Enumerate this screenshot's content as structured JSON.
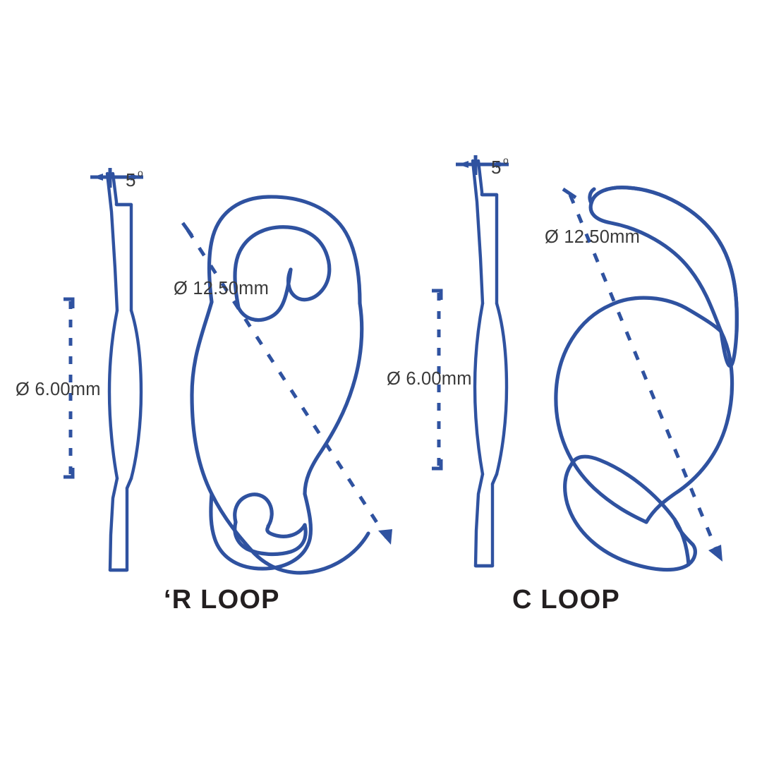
{
  "page": {
    "title": "IOL Haptic Design Comparison",
    "background_color": "#ffffff",
    "line_color": "#2f52a0",
    "text_color": "#3a3a3a",
    "caption_color": "#231f20"
  },
  "panels": [
    {
      "id": "r-loop",
      "caption": "'R LOOP",
      "side_view": {
        "angle_value": "5",
        "angle_unit": "o",
        "angle_text": "5o"
      },
      "dimensions": {
        "optic_diameter": "Ø 6.00mm",
        "overall_length": "Ø 12.50mm"
      }
    },
    {
      "id": "c-loop",
      "caption": "C LOOP",
      "side_view": {
        "angle_value": "5",
        "angle_unit": "o",
        "angle_text": "5o"
      },
      "dimensions": {
        "optic_diameter": "Ø 6.00mm",
        "overall_length": "Ø 12.50mm"
      }
    }
  ],
  "labels": {
    "left_optic_diameter": "Ø 6.00mm",
    "left_overall_length": "Ø 12.50mm",
    "left_angle": "5",
    "left_angle_sup": "o",
    "left_caption": "‘R LOOP",
    "right_optic_diameter": "Ø 6.00mm",
    "right_overall_length": "Ø 12.50mm",
    "right_angle": "5",
    "right_angle_sup": "o",
    "right_caption": "C LOOP"
  }
}
